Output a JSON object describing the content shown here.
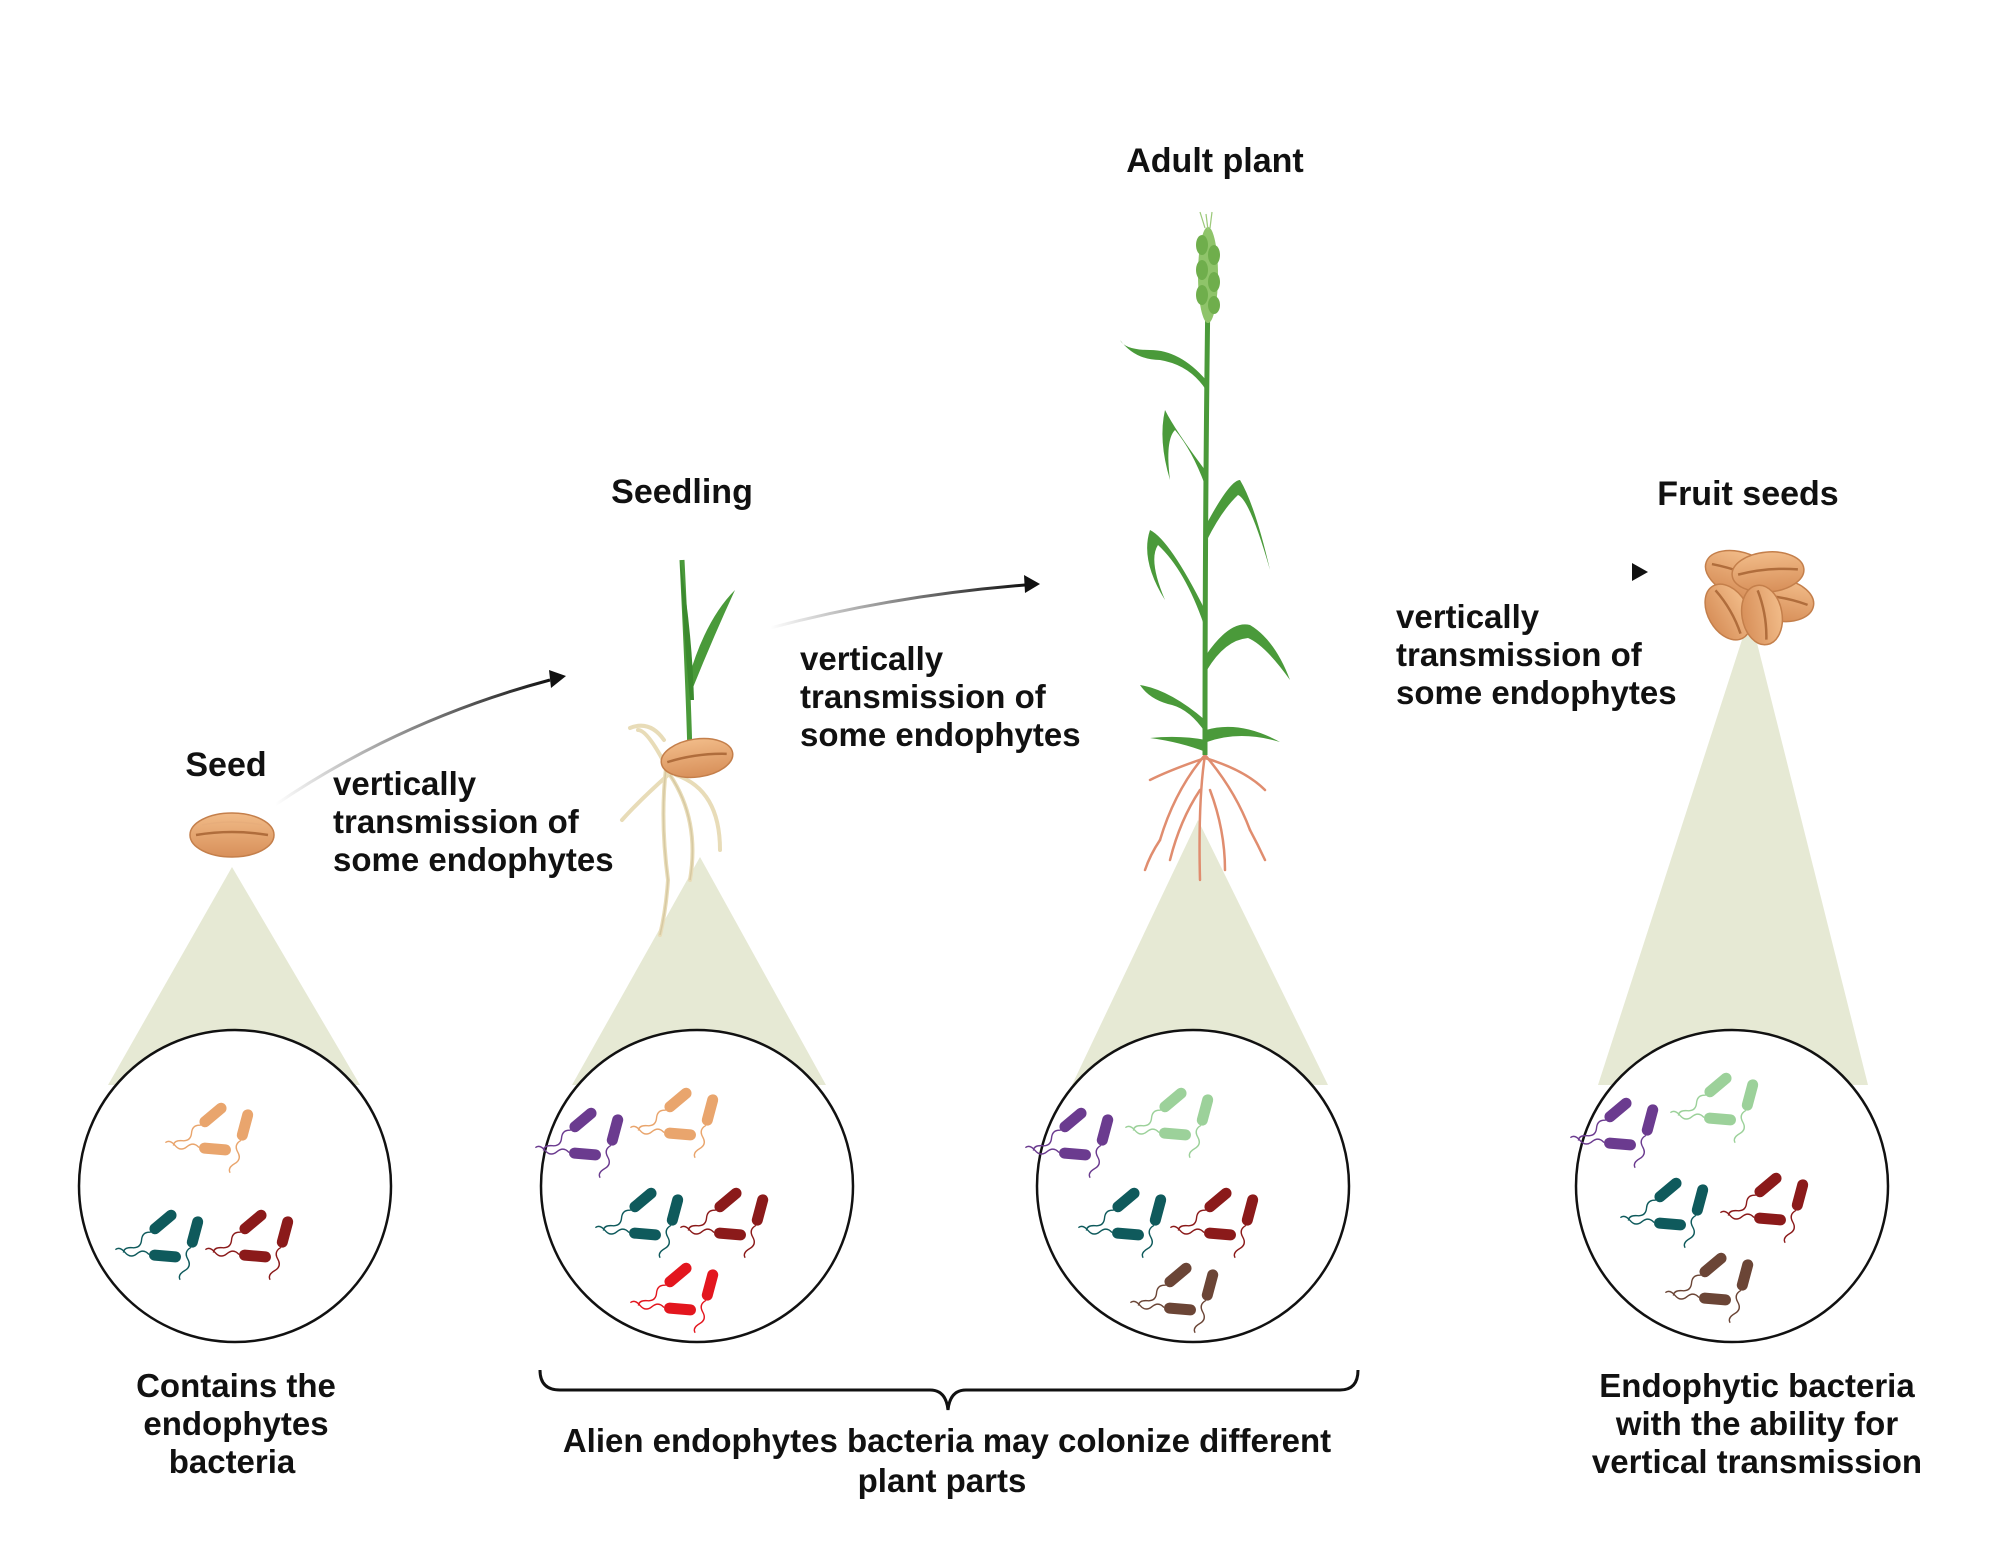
{
  "stages": [
    {
      "id": "seed",
      "label": "Seed"
    },
    {
      "id": "seedling",
      "label": "Seedling"
    },
    {
      "id": "adult",
      "label": "Adult plant"
    },
    {
      "id": "fruit",
      "label": "Fruit seeds"
    }
  ],
  "arrows": [
    {
      "lines": [
        "vertically",
        "transmission of",
        "some  endophytes"
      ]
    },
    {
      "lines": [
        "vertically",
        "transmission of",
        "some endophytes"
      ]
    },
    {
      "lines": [
        "vertically",
        "transmission of",
        "some endophytes"
      ]
    }
  ],
  "captions": {
    "seed": [
      "Contains the",
      "endophytes",
      "bacteria"
    ],
    "brace": [
      "Alien endophytes bacteria may colonize different",
      "plant parts"
    ],
    "fruit": [
      "Endophytic bacteria",
      "with the ability for",
      "vertical transmission"
    ]
  },
  "colors": {
    "cone": "#e6e9d4",
    "seed": "#e9a56d",
    "seed_groove": "#c7834f",
    "leaf": "#4a9a3a",
    "root_young": "#efe3c2",
    "root_adult": "#e08d6f",
    "bacteria_orange": "#e9a56d",
    "bacteria_teal": "#0f5a5c",
    "bacteria_darkred": "#8b1a1a",
    "bacteria_purple": "#6b3b8f",
    "bacteria_red": "#e3161e",
    "bacteria_lightgreen": "#9cd19a",
    "bacteria_brown": "#6b4536"
  }
}
